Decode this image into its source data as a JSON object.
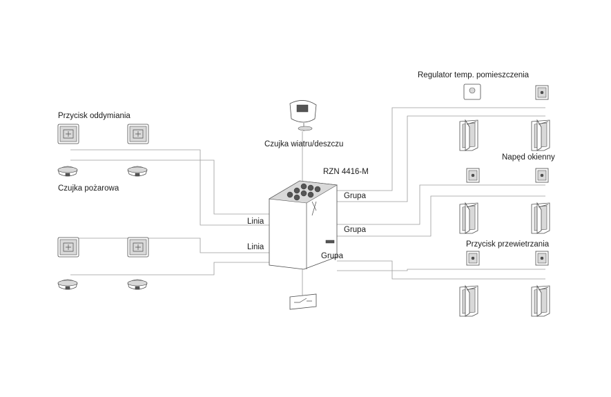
{
  "labels": {
    "smoke_button": "Przycisk oddymiania",
    "fire_detector": "Czujka pożarowa",
    "wind_rain_sensor": "Czujka wiatru/deszczu",
    "controller": "RZN 4416-M",
    "line_1": "Linia",
    "line_2": "Linia",
    "group_1": "Grupa",
    "group_2": "Grupa",
    "group_3": "Grupa",
    "room_temp_regulator": "Regulator temp. pomieszczenia",
    "window_drive": "Napęd okienny",
    "vent_button": "Przycisk przewietrzania"
  }
}
